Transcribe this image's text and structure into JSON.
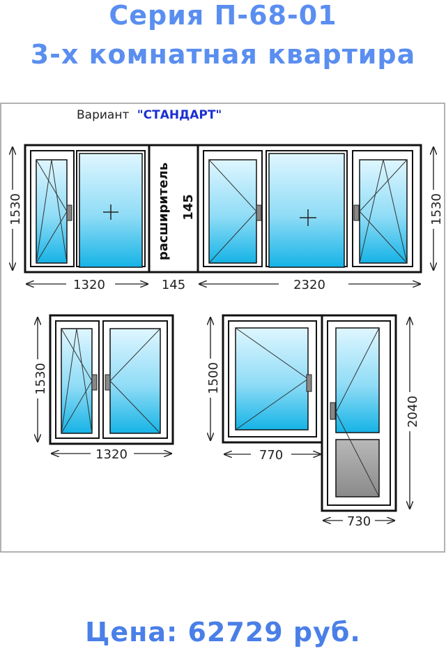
{
  "header": {
    "series": "Серия П-68-01",
    "apartment": "3-х комнатная квартира"
  },
  "variant": {
    "label": "Вариант",
    "name": "\"СТАНДАРТ\""
  },
  "top_row": {
    "expander_label": "расширитель",
    "expander_width": "145",
    "left_window": {
      "height": "1530",
      "width": "1320"
    },
    "gap_width": "145",
    "right_window": {
      "height": "1530",
      "width": "2320"
    }
  },
  "bottom_left": {
    "height": "1530",
    "width": "1320"
  },
  "bottom_right": {
    "window_height": "1500",
    "window_width": "770",
    "door_height": "2040",
    "door_width": "730"
  },
  "price": "Цена: 62729 руб.",
  "colors": {
    "title": "#5a8ef0",
    "variant_name": "#1a2fd0",
    "glass_top": "#d8f4ff",
    "glass_bottom": "#18b6e8",
    "door_panel": "#9a9a9a"
  }
}
